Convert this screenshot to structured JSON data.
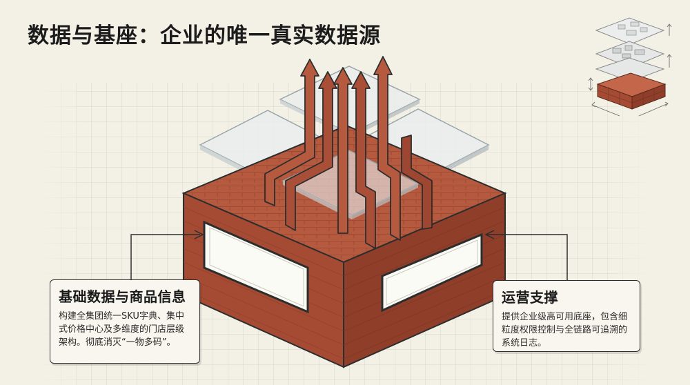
{
  "title": "数据与基座：企业的唯一真实数据源",
  "cards": {
    "left": {
      "heading": "基础数据与商品信息",
      "body": "构建全集团统一SKU字典、集中式价格中心及多维度的门店层级架构。彻底消灭“一物多码”。"
    },
    "right": {
      "heading": "运营支撑",
      "body": "提供企业级高可用底座，包含细粒度权限控制与全链路可追溯的系统日志。"
    }
  },
  "colors": {
    "background": "#f3f1e6",
    "grid": "#d8d8cc",
    "brick_top": "#b5593f",
    "brick_left": "#a34a33",
    "brick_right": "#8e3d29",
    "glass": "#e4e8e8",
    "outline": "#2d2d2d"
  },
  "icons": [
    "layered-architecture-icon",
    "up-arrow-icon"
  ]
}
